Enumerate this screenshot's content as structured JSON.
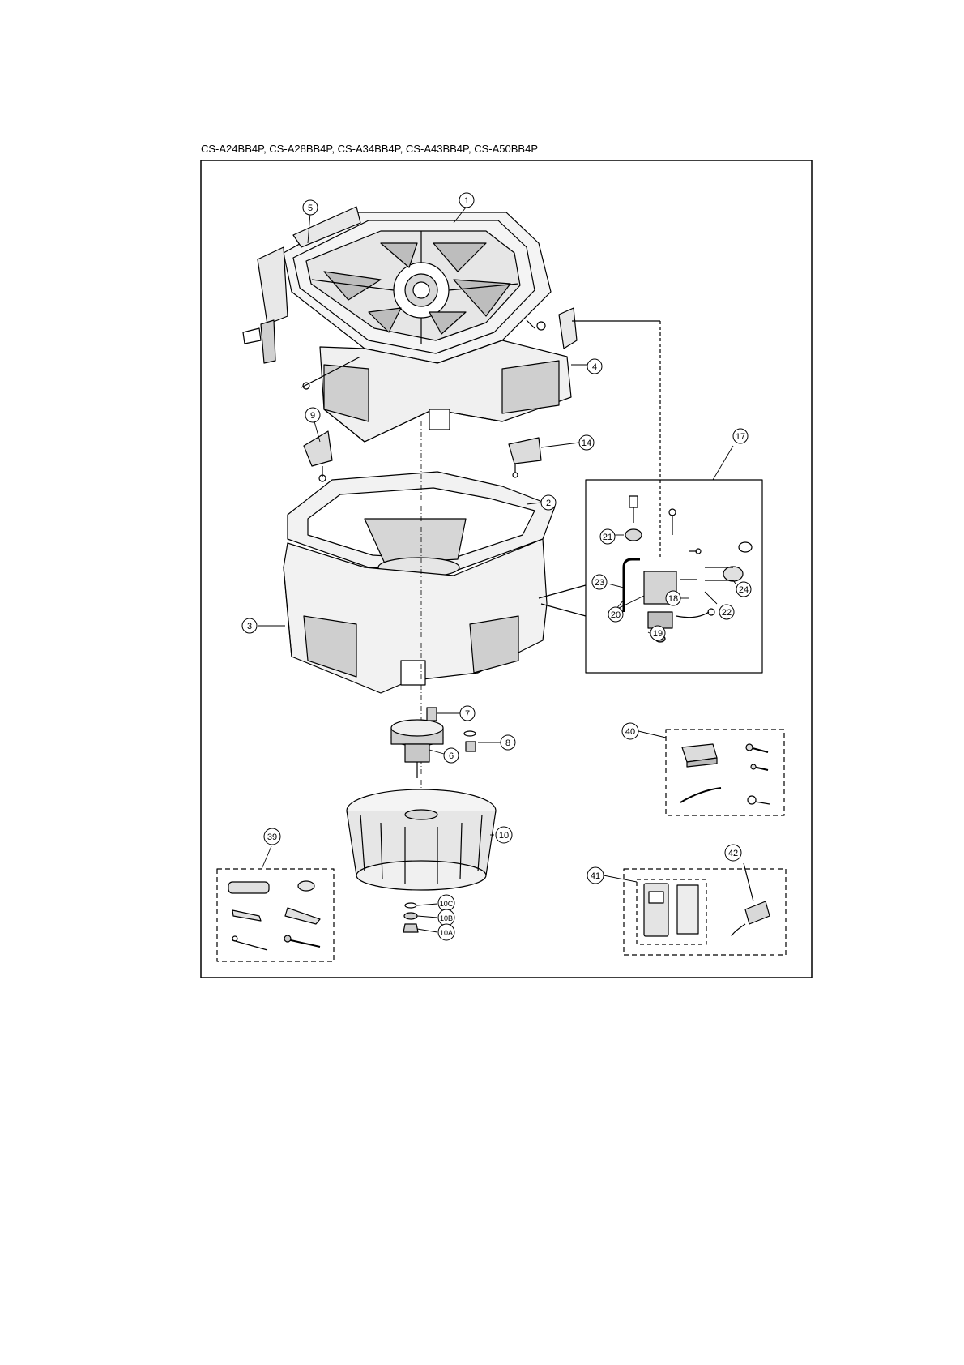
{
  "heading": "CS-A24BB4P, CS-A28BB4P, CS-A34BB4P, CS-A43BB4P, CS-A50BB4P",
  "callouts": {
    "c1": "1",
    "c2": "2",
    "c3": "3",
    "c4": "4",
    "c5": "5",
    "c6": "6",
    "c7": "7",
    "c8": "8",
    "c9": "9",
    "c10": "10",
    "c10a": "10A",
    "c10b": "10B",
    "c10c": "10C",
    "c14": "14",
    "c17": "17",
    "c18": "18",
    "c19": "19",
    "c20": "20",
    "c21": "21",
    "c22": "22",
    "c23": "23",
    "c24": "24",
    "c39": "39",
    "c40": "40",
    "c41": "41",
    "c42": "42"
  }
}
